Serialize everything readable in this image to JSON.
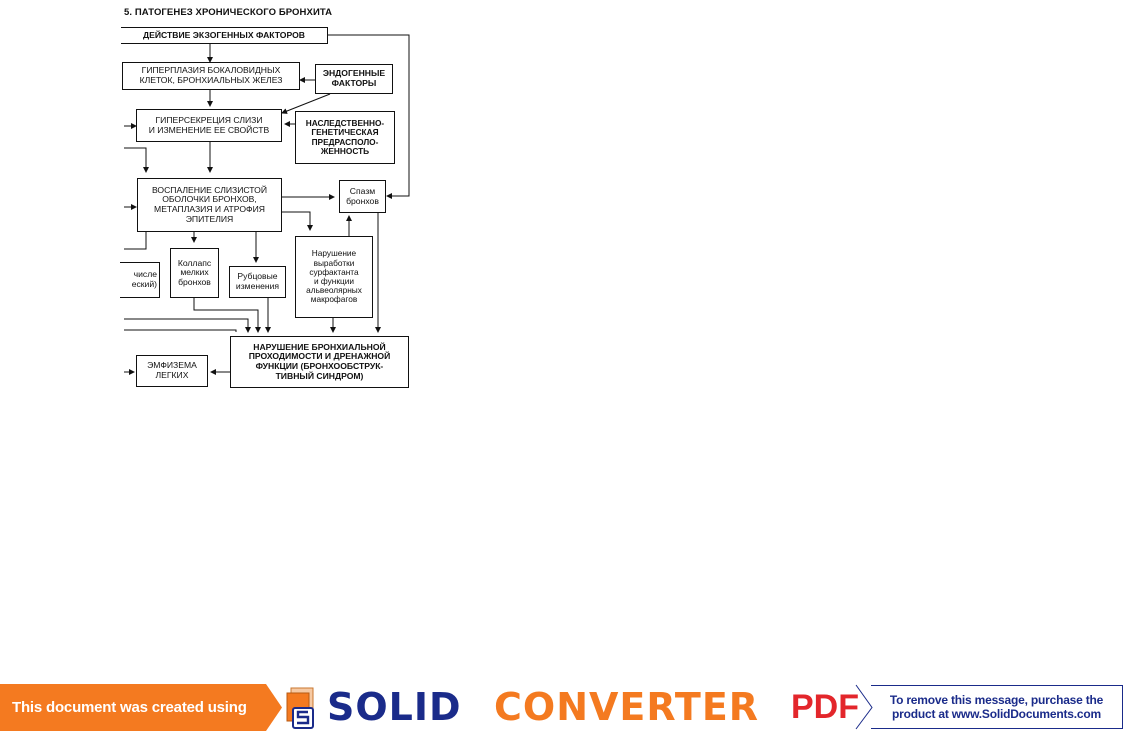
{
  "diagram": {
    "title": "5. ПАТОГЕНЕЗ ХРОНИЧЕСКОГО БРОНХИТА",
    "boxes": {
      "exogenous": "ДЕЙСТВИЕ ЭКЗОГЕННЫХ ФАКТОРОВ",
      "hyperplasia": "ГИПЕРПЛАЗИЯ БОКАЛОВИДНЫХ\nКЛЕТОК, БРОНХИАЛЬНЫХ ЖЕЛЕЗ",
      "endogenous": "ЭНДОГЕННЫЕ\nФАКТОРЫ",
      "hypersecretion": "ГИПЕРСЕКРЕЦИЯ СЛИЗИ\nИ ИЗМЕНЕНИЕ ЕЕ СВОЙСТВ",
      "hereditary": "НАСЛЕДСТВЕННО-\nГЕНЕТИЧЕСКАЯ\nПРЕДРАСПОЛО-\nЖЕННОСТЬ",
      "inflammation": "ВОСПАЛЕНИЕ СЛИЗИСТОЙ\nОБОЛОЧКИ БРОНХОВ,\nМЕТАПЛАЗИЯ И АТРОФИЯ\nЭПИТЕЛИЯ",
      "spasm": "Спазм\nбронхов",
      "partial_left": "числе\nеский)",
      "collapse": "Коллапс\nмелких\nбронхов",
      "scar": "Рубцовые\nизменения",
      "surfactant": "Нарушение\nвыработки\nсурфактанта\nи функции\nальвеолярных\nмакрофагов",
      "obstruction": "НАРУШЕНИЕ БРОНХИАЛЬНОЙ\nПРОХОДИМОСТИ И ДРЕНАЖНОЙ\nФУНКЦИИ (БРОНХООБСТРУК-\nТИВНЫЙ СИНДРОМ)",
      "emphysema": "ЭМФИЗЕМА\nЛЕГКИХ"
    }
  },
  "banner": {
    "left_text": "This document was created using",
    "brand_solid": "SOLID",
    "brand_converter": "CONVERTER",
    "brand_pdf": "PDF",
    "right_line1": "To remove this message, purchase the",
    "right_line2": "product at www.SolidDocuments.com",
    "colors": {
      "orange": "#f47a20",
      "navy": "#1a2b8a",
      "red": "#e3262b"
    }
  }
}
